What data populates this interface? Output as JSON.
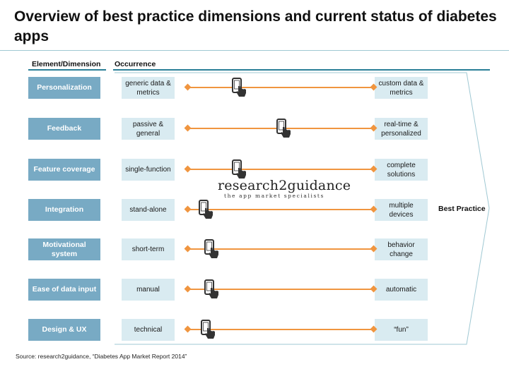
{
  "title": "Overview of best practice dimensions and current status of diabetes apps",
  "headers": {
    "element_dimension": "Element/Dimension",
    "occurrence": "Occurrence"
  },
  "best_practice_label": "Best Practice",
  "logo": {
    "name": "research2guidance",
    "tagline": "the app market specialists"
  },
  "source": "Source: research2guidance, “Diabetes App Market Report 2014”",
  "colors": {
    "dimension_box": "#78aac4",
    "label_box": "#d9ebf1",
    "track": "#f0953f",
    "accent_rule": "#2a7f97",
    "frame": "#9fc8d3"
  },
  "icon": "phone-touch-icon",
  "rows": [
    {
      "dimension": "Personalization",
      "low": "generic data & metrics",
      "high": "custom data & metrics",
      "position": 0.26
    },
    {
      "dimension": "Feedback",
      "low": "passive & general",
      "high": "real-time & personalized",
      "position": 0.5
    },
    {
      "dimension": "Feature coverage",
      "low": "single-function",
      "high": "complete solutions",
      "position": 0.26
    },
    {
      "dimension": "Integration",
      "low": "stand-alone",
      "high": "multiple devices",
      "position": 0.08
    },
    {
      "dimension": "Motivational system",
      "low": "short-term",
      "high": "behavior change",
      "position": 0.11
    },
    {
      "dimension": "Ease of data input",
      "low": "manual",
      "high": "automatic",
      "position": 0.11
    },
    {
      "dimension": "Design & UX",
      "low": "technical",
      "high": "“fun”",
      "position": 0.09
    }
  ]
}
